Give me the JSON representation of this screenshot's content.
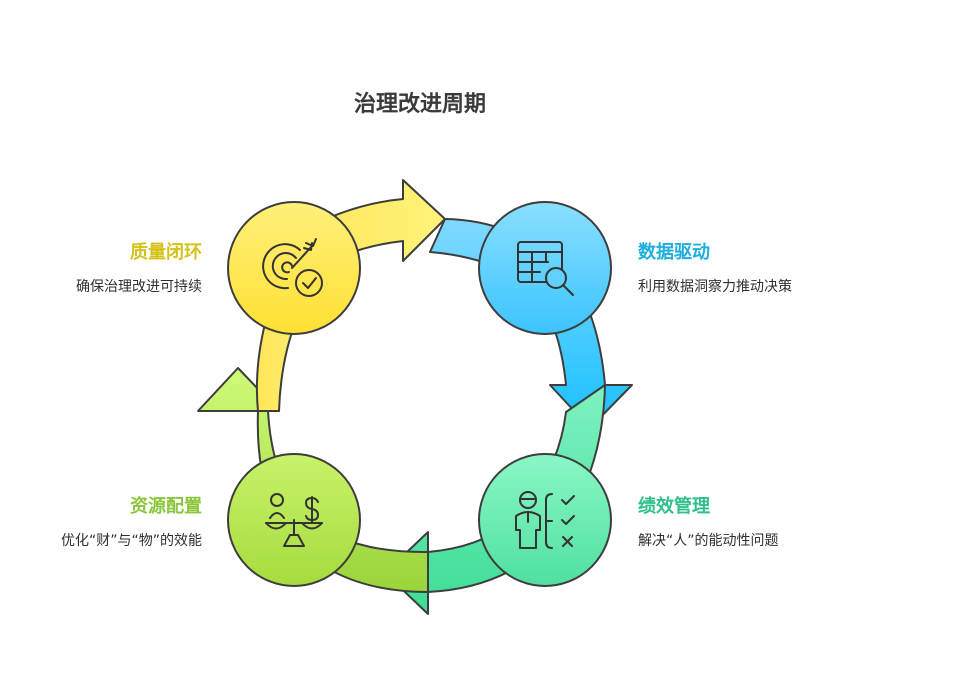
{
  "title": "治理改进周期",
  "stages": [
    {
      "key": "quality",
      "title": "质量闭环",
      "desc": "确保治理改进可持续",
      "color": "#d4c21a",
      "icon": "target-check-icon"
    },
    {
      "key": "data",
      "title": "数据驱动",
      "desc": "利用数据洞察力推动决策",
      "color": "#1eaede",
      "icon": "table-search-icon"
    },
    {
      "key": "performance",
      "title": "绩效管理",
      "desc": "解决“人”的能动性问题",
      "color": "#2fc089",
      "icon": "person-checklist-icon"
    },
    {
      "key": "resource",
      "title": "资源配置",
      "desc": "优化“财”与“物”的效能",
      "color": "#8cc63c",
      "icon": "balance-scale-icon"
    }
  ]
}
